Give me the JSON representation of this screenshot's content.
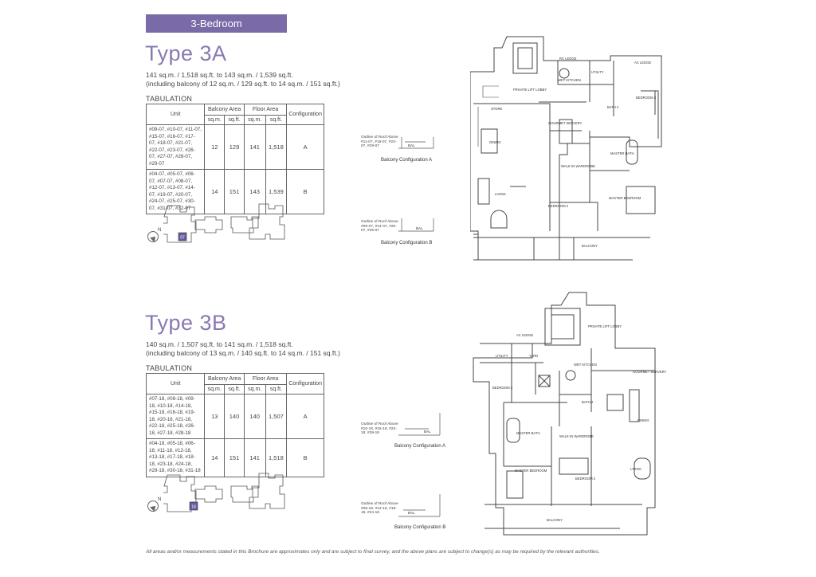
{
  "header": {
    "badge": "3-Bedroom"
  },
  "type3a": {
    "title": "Type 3A",
    "area_line1": "141 sq.m. / 1,518 sq.ft. to 143 sq.m. / 1,539 sq.ft.",
    "area_line2": "(including balcony of 12 sq.m. / 129 sq.ft. to 14 sq.m. / 151 sq.ft.)",
    "tabulation_label": "TABULATION",
    "table": {
      "col_unit": "Unit",
      "col_balcony": "Balcony Area",
      "col_floor": "Floor Area",
      "col_config": "Configuration",
      "sub_sqm": "sq.m.",
      "sub_sqft": "sq.ft.",
      "rows": [
        {
          "units": "#09-07, #10-07, #11-07, #15-07, #16-07, #17-07, #18-07, #21-07, #22-07, #23-07, #26-07, #27-07, #28-07, #29-07",
          "balc_sqm": "12",
          "balc_sqft": "129",
          "floor_sqm": "141",
          "floor_sqft": "1,518",
          "config": "A"
        },
        {
          "units": "#04-07, #05-07, #06-07, #07-07, #08-07, #12-07, #13-07, #14-07, #19-07, #20-07, #24-07, #25-07, #30-07, #31-07, #32-07",
          "balc_sqm": "14",
          "balc_sqft": "151",
          "floor_sqm": "143",
          "floor_sqft": "1,539",
          "config": "B"
        }
      ]
    },
    "keyplan_unit": "07",
    "balcony_a": {
      "note": "Outline of Roof Above #11-07, #16-07, #23-07, #29-07",
      "bal": "BAL",
      "caption": "Balcony Configuration A"
    },
    "balcony_b": {
      "note": "Outline of Roof Above #08-07, #14-07, #20-07, #25-07",
      "bal": "BAL",
      "caption": "Balcony Configuration B"
    },
    "plan_labels": {
      "rc_ledge": "RC LEDGE",
      "ac_ledge": "AC LEDGE",
      "utility": "UTILITY",
      "wet_kitchen": "WET KITCHEN",
      "private_lift": "PRIVATE LIFT LOBBY",
      "bedroom3": "BEDROOM 3",
      "bath2": "BATH 2",
      "store": "STORE",
      "gourmet": "GOURMET SERVERY",
      "dining": "DINING",
      "master_bath": "MASTER BATH",
      "walkin": "WALK-IN WARDROBE",
      "living": "LIVING",
      "bedroom2": "BEDROOM 2",
      "master_bedroom": "MASTER BEDROOM",
      "balcony": "BALCONY"
    }
  },
  "type3b": {
    "title": "Type 3B",
    "area_line1": "140 sq.m. / 1,507 sq.ft. to 141 sq.m. / 1,518 sq.ft.",
    "area_line2": "(including balcony of 13 sq.m. / 140 sq.ft. to 14 sq.m. / 151 sq.ft.)",
    "tabulation_label": "TABULATION",
    "table": {
      "col_unit": "Unit",
      "col_balcony": "Balcony Area",
      "col_floor": "Floor Area",
      "col_config": "Configuration",
      "sub_sqm": "sq.m.",
      "sub_sqft": "sq.ft.",
      "rows": [
        {
          "units": "#07-18, #08-18, #09-18, #10-18, #14-18, #15-18, #16-18, #19-18, #20-18, #21-18, #22-18, #25-18, #26-18, #27-18, #28-18",
          "balc_sqm": "13",
          "balc_sqft": "140",
          "floor_sqm": "140",
          "floor_sqft": "1,507",
          "config": "A"
        },
        {
          "units": "#04-18, #05-18, #06-18, #11-18, #12-18, #13-18, #17-18, #18-18, #23-18, #24-18, #29-18, #30-18, #31-18",
          "balc_sqm": "14",
          "balc_sqft": "151",
          "floor_sqm": "141",
          "floor_sqft": "1,518",
          "config": "B"
        }
      ]
    },
    "keyplan_unit": "18",
    "balcony_a": {
      "note": "Outline of Roof Above #10-18, #16-18, #22-18, #28-18",
      "bal": "BAL",
      "caption": "Balcony Configuration A"
    },
    "balcony_b": {
      "note": "Outline of Roof Above #06-18, #13-18, #18-18, #24-18",
      "bal": "BAL",
      "caption": "Balcony Configuration B"
    },
    "plan_labels": {
      "ac_ledge": "AC LEDGE",
      "private_lift": "PRIVATE LIFT LOBBY",
      "utility": "UTILITY",
      "yard": "YARD",
      "wet_kitchen": "WET KITCHEN",
      "gourmet": "GOURMET SERVERY",
      "bedroom3": "BEDROOM 3",
      "bath2": "BATH 2",
      "dining": "DINING",
      "master_bath": "MASTER BATH",
      "walkin": "WALK-IN WARDROBE",
      "living": "LIVING",
      "master_bedroom": "MASTER BEDROOM",
      "bedroom2": "BEDROOM 2",
      "balcony": "BALCONY"
    }
  },
  "compass_label": "N",
  "footer": "All areas and/or measurements stated in this Brochure are approximates only and are subject to final survey, and the above plans are subject to change(s) as may be required by the relevant authorities."
}
